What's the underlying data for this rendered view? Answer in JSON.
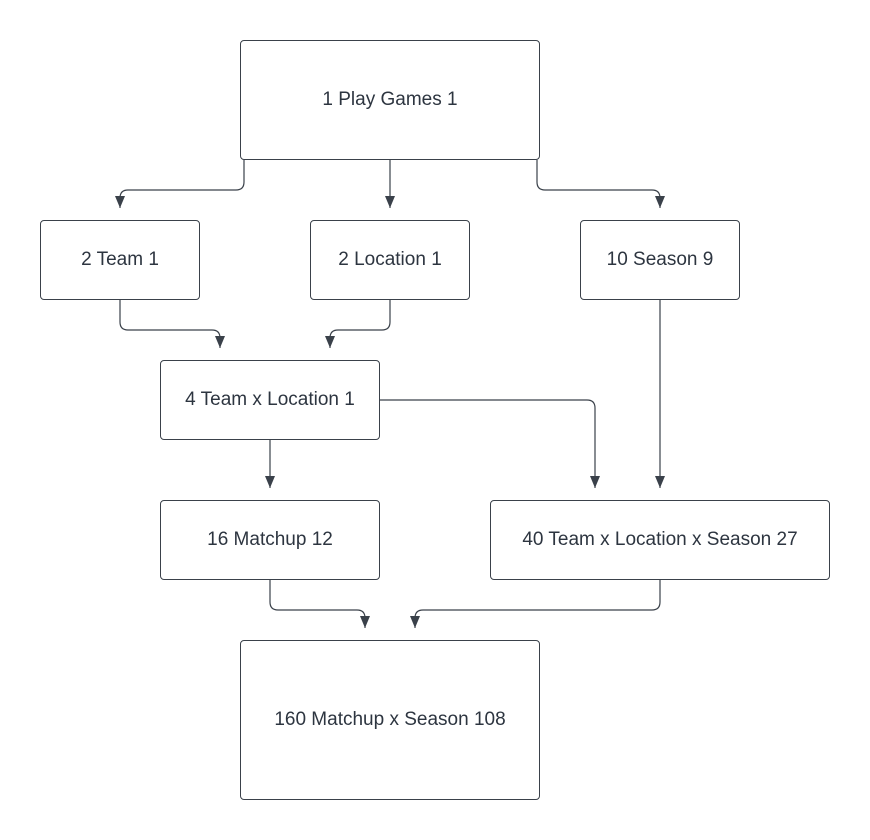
{
  "nodes": {
    "play_games": "1 Play Games 1",
    "team": "2 Team 1",
    "location": "2 Location 1",
    "season": "10 Season 9",
    "team_location": "4 Team x Location 1",
    "matchup": "16 Matchup 12",
    "team_location_season": "40 Team x Location x Season 27",
    "matchup_season": "160 Matchup x Season 108"
  },
  "edges": [
    {
      "from": "play_games",
      "to": "team"
    },
    {
      "from": "play_games",
      "to": "location"
    },
    {
      "from": "play_games",
      "to": "season"
    },
    {
      "from": "team",
      "to": "team_location"
    },
    {
      "from": "location",
      "to": "team_location"
    },
    {
      "from": "team_location",
      "to": "matchup"
    },
    {
      "from": "team_location",
      "to": "team_location_season"
    },
    {
      "from": "season",
      "to": "team_location_season"
    },
    {
      "from": "matchup",
      "to": "matchup_season"
    },
    {
      "from": "team_location_season",
      "to": "matchup_season"
    }
  ],
  "colors": {
    "stroke": "#3a414a",
    "text": "#2d3540",
    "background": "#ffffff"
  }
}
